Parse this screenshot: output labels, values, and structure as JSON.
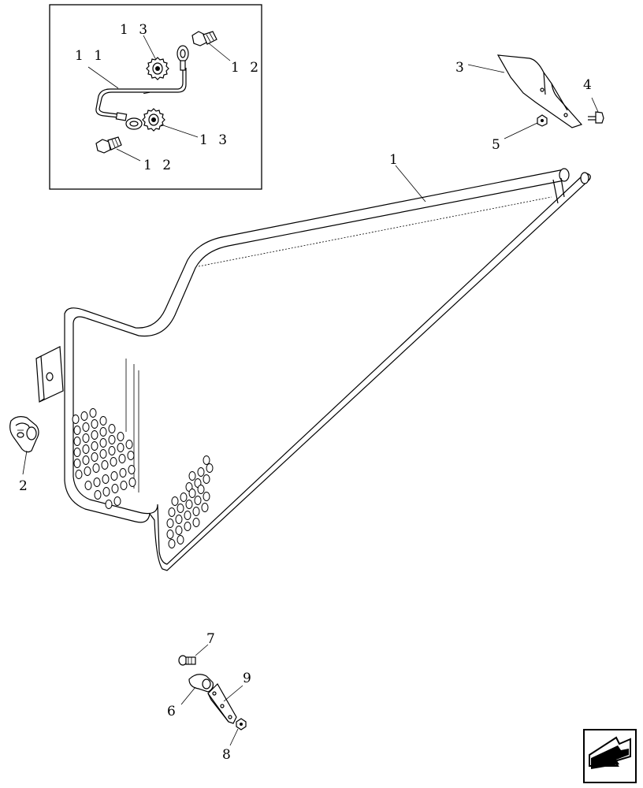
{
  "callouts": {
    "c1": "1",
    "c2": "2",
    "c3": "3",
    "c4": "4",
    "c5": "5",
    "c6": "6",
    "c7": "7",
    "c8": "8",
    "c9": "9",
    "c11": "1 1",
    "c12a": "1 2",
    "c12b": "1 2",
    "c13a": "1 3",
    "c13b": "1 3"
  },
  "icons": {
    "corner": "direction-arrow-icon"
  }
}
